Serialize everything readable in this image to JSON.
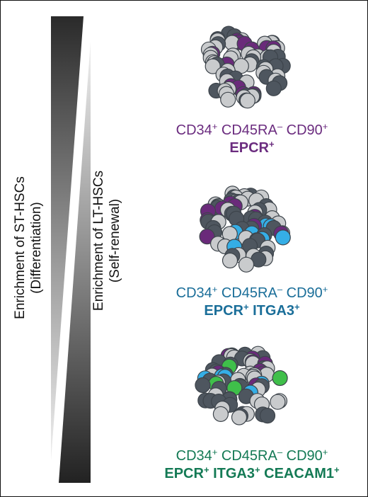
{
  "colors": {
    "purple": "#6b2c7f",
    "blue": "#1a6e99",
    "green": "#147a55",
    "cell_dark": "#4e565f",
    "cell_light": "#c9cbcd",
    "cell_purple": "#6a2a7a",
    "cell_cyan": "#35aee6",
    "cell_green": "#3fbf4a"
  },
  "labels": {
    "st_line1": "Enrichment of ST-HSCs",
    "st_line2": "(Differentiation)",
    "lt_line1": "Enrichment of LT-HSCs",
    "lt_line2": "(Self-renewal)"
  },
  "populations": [
    {
      "color_key": "purple",
      "line1": [
        {
          "text": "CD34"
        },
        {
          "sup": "+"
        },
        {
          "text": " CD45RA"
        },
        {
          "sup": "–"
        },
        {
          "text": " CD90"
        },
        {
          "sup": "+"
        }
      ],
      "line2": [
        {
          "text": "EPCR"
        },
        {
          "sup": "+"
        }
      ],
      "cluster": {
        "purple": 12,
        "cyan": 0,
        "green": 0
      }
    },
    {
      "color_key": "blue",
      "line1": [
        {
          "text": "CD34"
        },
        {
          "sup": "+"
        },
        {
          "text": " CD45RA"
        },
        {
          "sup": "–"
        },
        {
          "text": " CD90"
        },
        {
          "sup": "+"
        }
      ],
      "line2": [
        {
          "text": "EPCR"
        },
        {
          "sup": "+"
        },
        {
          "text": " ITGA3"
        },
        {
          "sup": "+"
        }
      ],
      "cluster": {
        "purple": 9,
        "cyan": 7,
        "green": 0
      }
    },
    {
      "color_key": "green",
      "line1": [
        {
          "text": "CD34"
        },
        {
          "sup": "+"
        },
        {
          "text": " CD45RA"
        },
        {
          "sup": "–"
        },
        {
          "text": " CD90"
        },
        {
          "sup": "+"
        }
      ],
      "line2": [
        {
          "text": "EPCR"
        },
        {
          "sup": "+"
        },
        {
          "text": " ITGA3"
        },
        {
          "sup": "+"
        },
        {
          "text": " CEACAM1"
        },
        {
          "sup": "+"
        }
      ],
      "cluster": {
        "purple": 8,
        "cyan": 5,
        "green": 4
      }
    }
  ]
}
